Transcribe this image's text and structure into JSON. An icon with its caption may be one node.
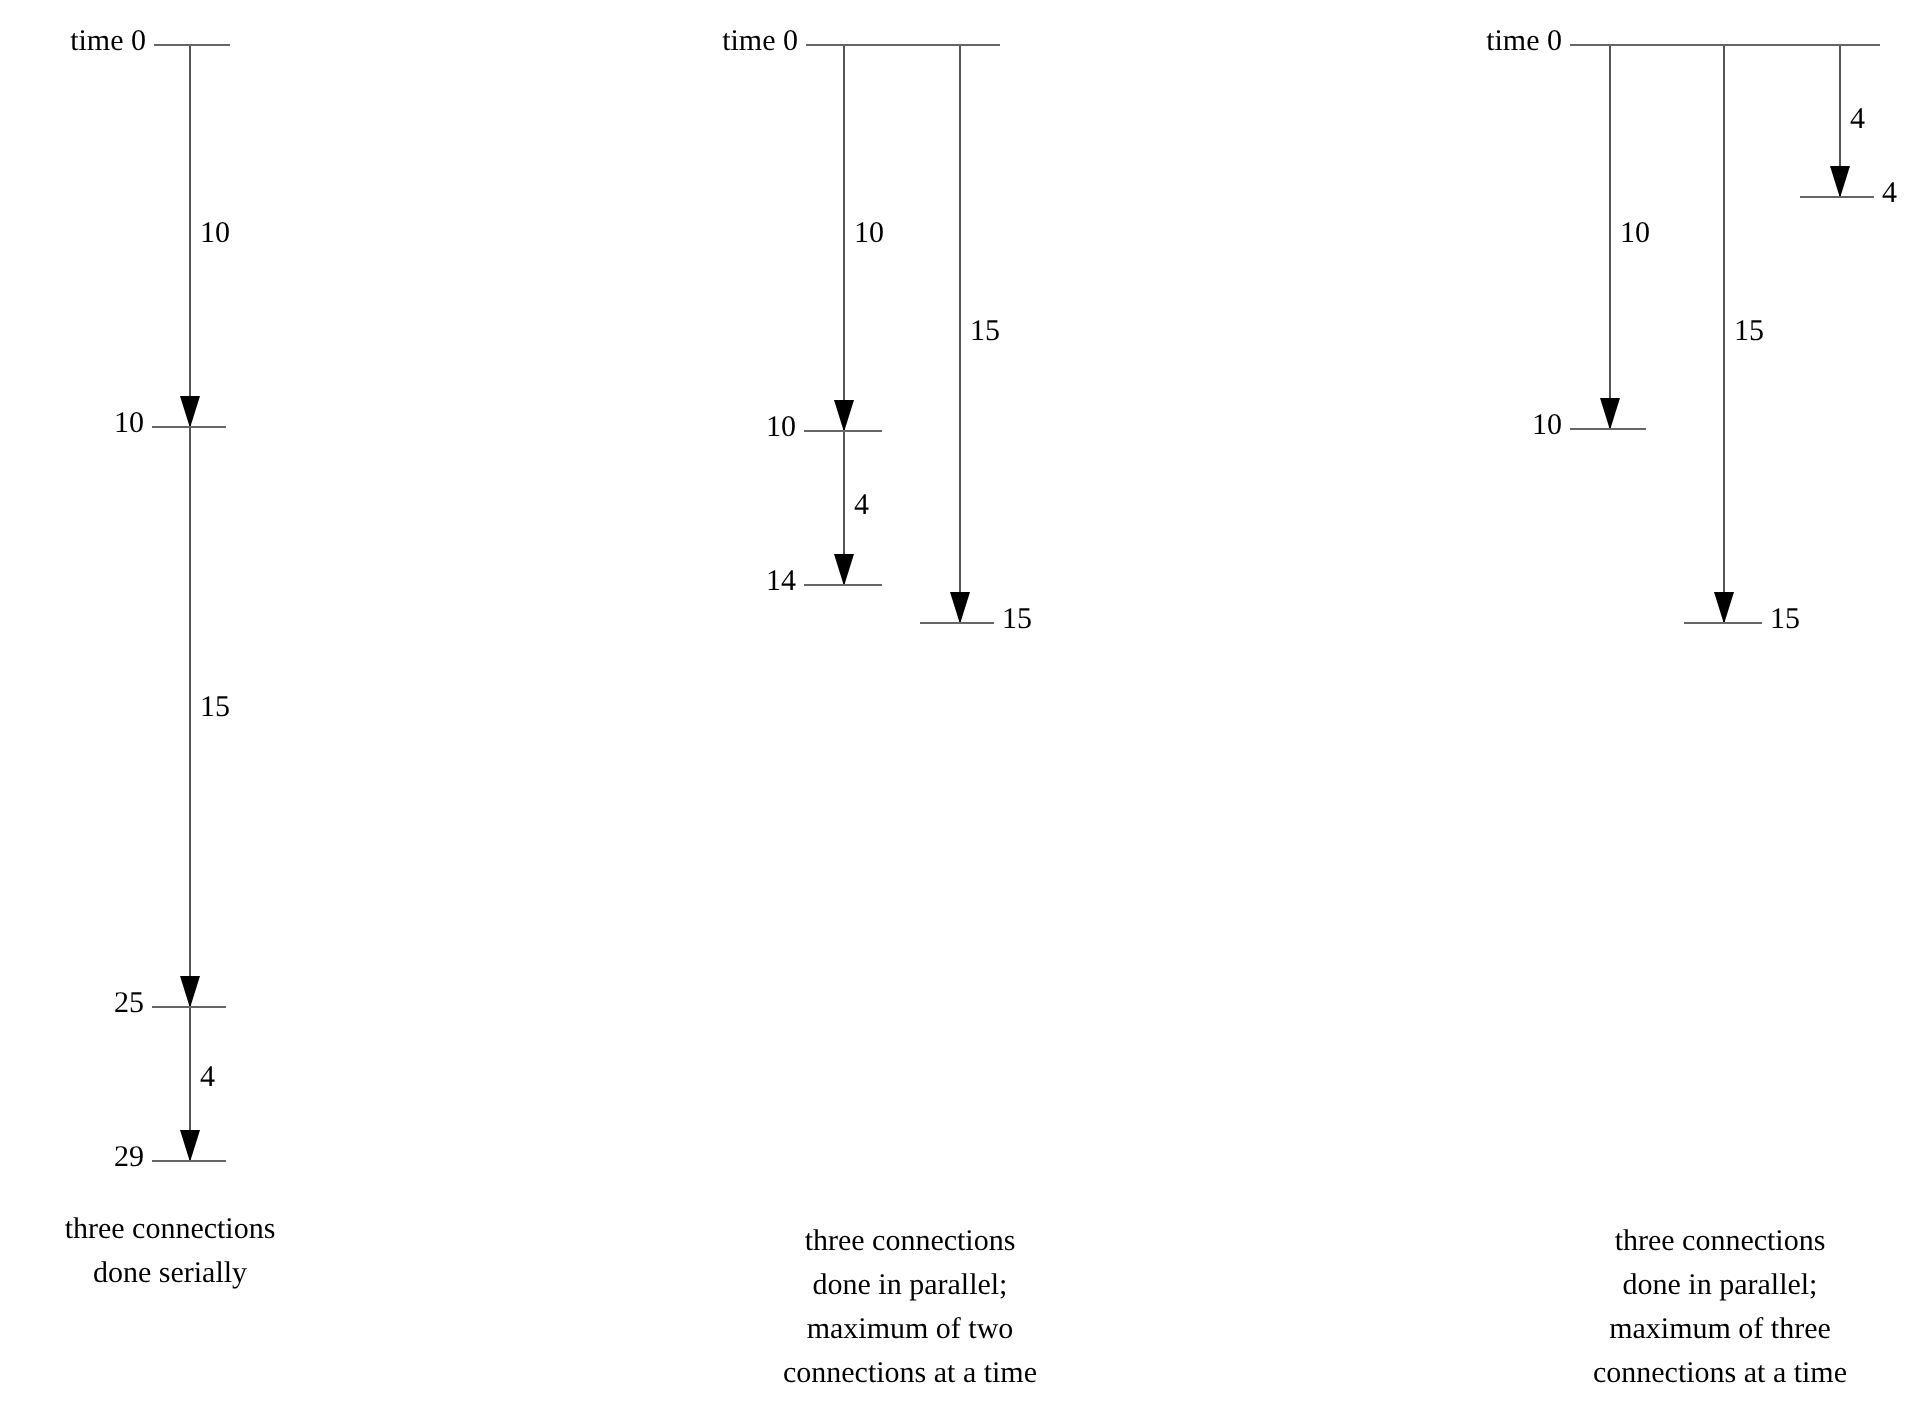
{
  "diagram": {
    "nodes": [
      {
        "text": [],
        "shape": "bar",
        "beside": [
          "time 0"
        ]
      },
      {
        "text": [],
        "shape": "bar",
        "beside": [
          "10"
        ]
      },
      {
        "text": [],
        "shape": "bar",
        "beside": [
          "25"
        ]
      },
      {
        "text": [],
        "shape": "bar",
        "beside": [
          "29"
        ]
      },
      {
        "text": [],
        "shape": "bar",
        "beside": [
          "time 0"
        ]
      },
      {
        "text": [],
        "shape": "bar",
        "beside": [
          "10"
        ]
      },
      {
        "text": [],
        "shape": "bar",
        "beside": [
          "14"
        ]
      },
      {
        "text": [],
        "shape": "bar",
        "beside": [
          "15"
        ]
      },
      {
        "text": [],
        "shape": "bar",
        "beside": [
          "time 0"
        ]
      },
      {
        "text": [],
        "shape": "bar",
        "beside": [
          "4"
        ]
      },
      {
        "text": [],
        "shape": "bar",
        "beside": [
          "10"
        ]
      },
      {
        "text": [],
        "shape": "bar",
        "beside": [
          "15"
        ]
      }
    ],
    "edges": [
      {
        "from": 0,
        "to": 1,
        "arrow": "to",
        "label": "10"
      },
      {
        "from": 1,
        "to": 2,
        "arrow": "to",
        "label": "15"
      },
      {
        "from": 2,
        "to": 3,
        "arrow": "to",
        "label": "4"
      },
      {
        "from": 4,
        "to": 5,
        "arrow": "to",
        "label": "10"
      },
      {
        "from": 5,
        "to": 6,
        "arrow": "to",
        "label": "4"
      },
      {
        "from": 4,
        "to": 7,
        "arrow": "to",
        "label": "15"
      },
      {
        "from": 8,
        "to": 10,
        "arrow": "to",
        "label": "10"
      },
      {
        "from": 8,
        "to": 11,
        "arrow": "to",
        "label": "15"
      },
      {
        "from": 8,
        "to": 9,
        "arrow": "to",
        "label": "4"
      }
    ],
    "labels": [
      "three connections done serially",
      "three connections done in parallel; maximum of two connections at a time",
      "three connections done in parallel; maximum of three connections at a time"
    ]
  }
}
